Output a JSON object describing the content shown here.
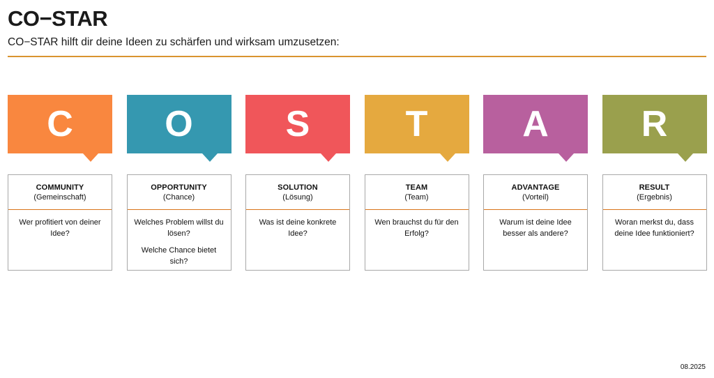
{
  "header": {
    "title": "CO−STAR",
    "subtitle": "CO−STAR hilft dir deine Ideen zu schärfen und wirksam umzusetzen:",
    "rule_color": "#d9942f"
  },
  "columns": [
    {
      "letter": "C",
      "banner_color": "#f9873f",
      "title": "COMMUNITY",
      "subtitle": "(Gemeinschaft)",
      "divider_color": "#d9741a",
      "paragraphs": [
        "Wer profitiert von deiner Idee?"
      ]
    },
    {
      "letter": "O",
      "banner_color": "#3598b0",
      "title": "OPPORTUNITY",
      "subtitle": "(Chance)",
      "divider_color": "#d9741a",
      "paragraphs": [
        "Welches Problem willst du lösen?",
        "Welche Chance bietet sich?"
      ]
    },
    {
      "letter": "S",
      "banner_color": "#f0565a",
      "title": "SOLUTION",
      "subtitle": "(Lösung)",
      "divider_color": "#d9741a",
      "paragraphs": [
        "Was ist deine konkrete Idee?"
      ]
    },
    {
      "letter": "T",
      "banner_color": "#e5a93f",
      "title": "TEAM",
      "subtitle": "(Team)",
      "divider_color": "#d9741a",
      "paragraphs": [
        "Wen brauchst du für den Erfolg?"
      ]
    },
    {
      "letter": "A",
      "banner_color": "#b8609e",
      "title": "ADVANTAGE",
      "subtitle": "(Vorteil)",
      "divider_color": "#d9741a",
      "paragraphs": [
        "Warum ist deine Idee besser als andere?"
      ]
    },
    {
      "letter": "R",
      "banner_color": "#9aa04d",
      "title": "RESULT",
      "subtitle": "(Ergebnis)",
      "divider_color": "#d9741a",
      "paragraphs": [
        "Woran merkst du, dass deine Idee funktioniert?"
      ]
    }
  ],
  "footer": {
    "date": "08.2025"
  }
}
